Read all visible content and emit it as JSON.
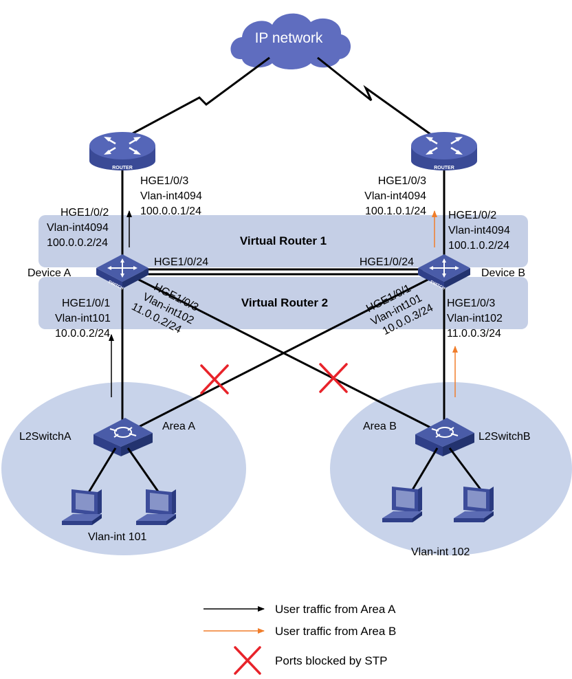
{
  "cloud": {
    "label": "IP network"
  },
  "routers": {
    "left": {
      "badge": "ROUTER"
    },
    "right": {
      "badge": "ROUTER"
    }
  },
  "bands": {
    "vr1": "Virtual Router 1",
    "vr2": "Virtual Router 2"
  },
  "device_a": {
    "name": "Device A",
    "badge": "SWITCH",
    "router_port": [
      "HGE1/0/3",
      "Vlan-int4094",
      "100.0.0.1/24"
    ],
    "up_port": [
      "HGE1/0/2",
      "Vlan-int4094",
      "100.0.0.2/24"
    ],
    "down_port": [
      "HGE1/0/1",
      "Vlan-int101",
      "10.0.0.2/24"
    ],
    "cross_port": [
      "HGE1/0/3",
      "Vlan-int102",
      "11.0.0.2/24"
    ],
    "link_port": "HGE1/0/24"
  },
  "device_b": {
    "name": "Device B",
    "badge": "SWITCH",
    "router_port": [
      "HGE1/0/3",
      "Vlan-int4094",
      "100.1.0.1/24"
    ],
    "up_port": [
      "HGE1/0/2",
      "Vlan-int4094",
      "100.1.0.2/24"
    ],
    "down_port": [
      "HGE1/0/3",
      "Vlan-int102",
      "11.0.0.3/24"
    ],
    "cross_port": [
      "HGE1/0/1",
      "Vlan-int101",
      "10.0.0.3/24"
    ],
    "link_port": "HGE1/0/24"
  },
  "area_a": {
    "switch": "L2SwitchA",
    "name": "Area A",
    "vlan": "Vlan-int 101"
  },
  "area_b": {
    "switch": "L2SwitchB",
    "name": "Area B",
    "vlan": "Vlan-int 102"
  },
  "legend": {
    "traffic_a": "User traffic from Area A",
    "traffic_b": "User traffic from Area B",
    "blocked": "Ports blocked by STP"
  },
  "colors": {
    "band": "#c5cfe6",
    "area": "#c8d3ea",
    "device": "#4a5ca8",
    "cloud": "#5f6dbf",
    "traffic_a": "#000000",
    "traffic_b": "#f07d2a",
    "blocked": "#e8232a"
  }
}
